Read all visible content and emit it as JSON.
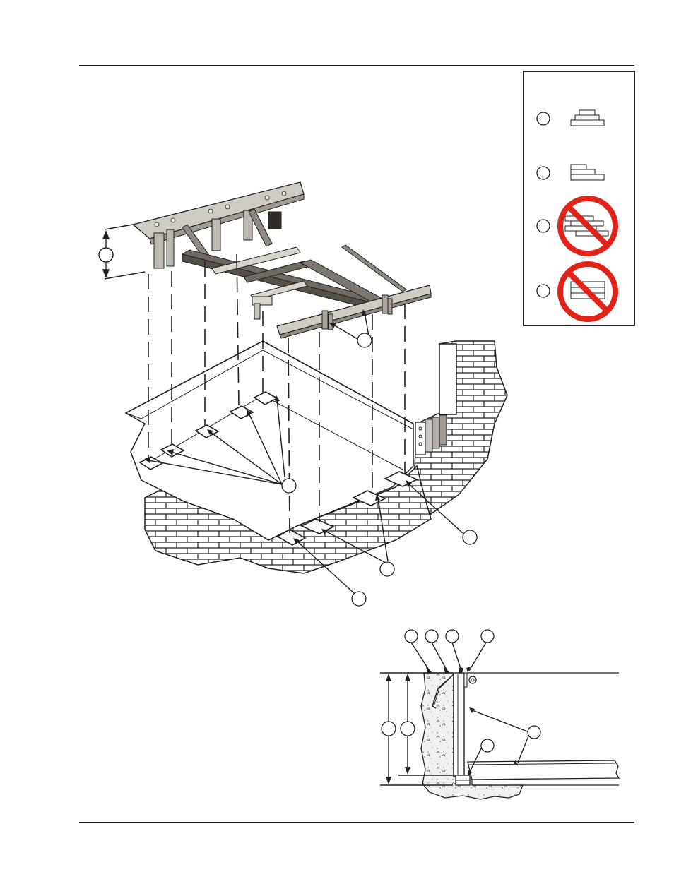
{
  "figure": {
    "legend_panel": {
      "items": [
        {
          "id": "stack-centered",
          "status": "ok"
        },
        {
          "id": "stack-stepped",
          "status": "ok"
        },
        {
          "id": "stack-offset",
          "status": "prohibited"
        },
        {
          "id": "stack-flush",
          "status": "prohibited"
        }
      ],
      "prohibited_color": "#e2231a"
    },
    "callouts": [],
    "colors": {
      "line": "#231f20",
      "frame_metal": "#b8b4a8",
      "frame_dark": "#6e6a62",
      "concrete": "#f2f2f2"
    }
  }
}
